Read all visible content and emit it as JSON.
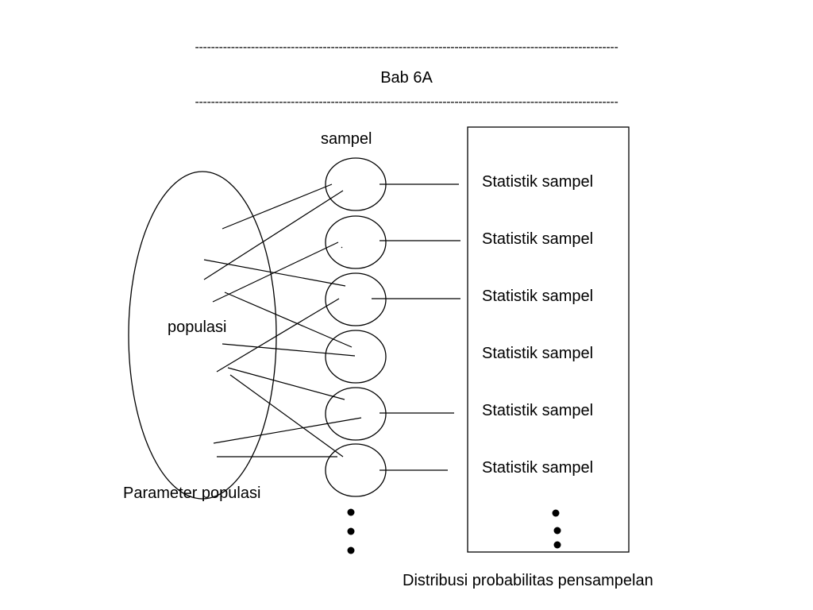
{
  "header": {
    "dash_top": "----------------------------------------------------------------------------------------------------------",
    "title": "Bab 6A",
    "dash_bottom": "----------------------------------------------------------------------------------------------------------"
  },
  "diagram": {
    "sample_label": "sampel",
    "population_label": "populasi",
    "parameter_label": "Parameter populasi",
    "statistic_labels": [
      "Statistik sampel",
      "Statistik sampel",
      "Statistik sampel",
      "Statistik sampel",
      "Statistik sampel",
      "Statistik sampel"
    ],
    "distribution_label": "Distribusi probabilitas pensampelan"
  }
}
